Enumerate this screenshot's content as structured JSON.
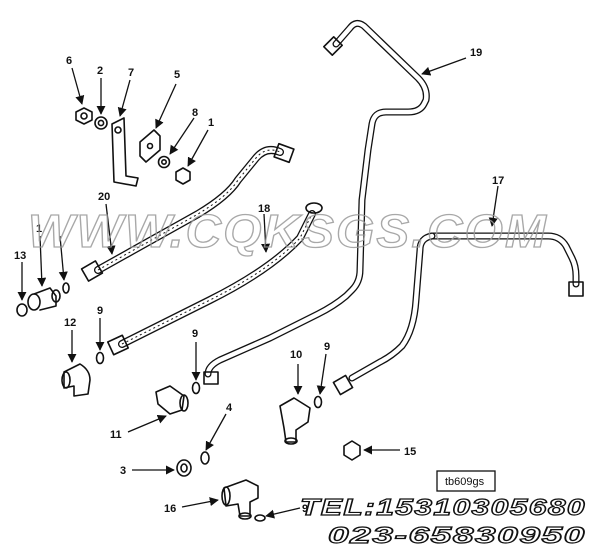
{
  "callouts": {
    "c6": "6",
    "c2": "2",
    "c7": "7",
    "c5": "5",
    "c8": "8",
    "c1a": "1",
    "c20": "20",
    "c19": "19",
    "c18": "18",
    "c17": "17",
    "c13": "13",
    "c1b": "1",
    "c12": "12",
    "c9a": "9",
    "c9b": "9",
    "c10": "10",
    "c9c": "9",
    "c11": "11",
    "c4": "4",
    "c3": "3",
    "c15": "15",
    "c16": "16",
    "c9d": "9"
  },
  "diagram_code": "tb609gs",
  "watermark": "WWW.CQKSGS.COM",
  "contact": {
    "tel": "TEL:15310305680",
    "phone": "023-65830950"
  }
}
